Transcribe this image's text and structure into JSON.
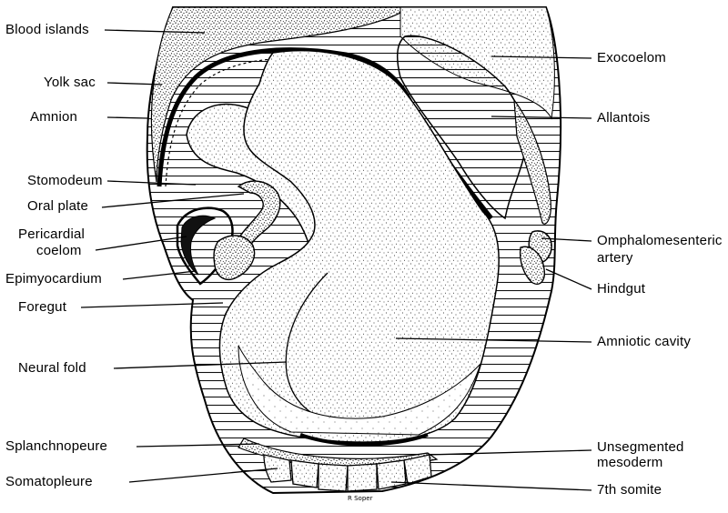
{
  "labels_left": {
    "blood_islands": "Blood islands",
    "yolk_sac": "Yolk sac",
    "amnion": "Amnion",
    "stomodeum": "Stomodeum",
    "oral_plate": "Oral plate",
    "pericardial_1": "Pericardial",
    "pericardial_2": "coelom",
    "epimyocardium": "Epimyocardium",
    "foregut": "Foregut",
    "neural_fold": "Neural fold",
    "splanchnopleure": "Splanchnopeure",
    "somatopleure": "Somatopleure"
  },
  "labels_right": {
    "exocoelom": "Exocoelom",
    "allantois": "Allantois",
    "omphalo_1": "Omphalomesenteric",
    "omphalo_2": "artery",
    "hindgut": "Hindgut",
    "amniotic_cavity": "Amniotic cavity",
    "unsegmented_1": "Unsegmented",
    "unsegmented_2": "mesoderm",
    "somite": "7th somite"
  },
  "signature": "R Soper"
}
